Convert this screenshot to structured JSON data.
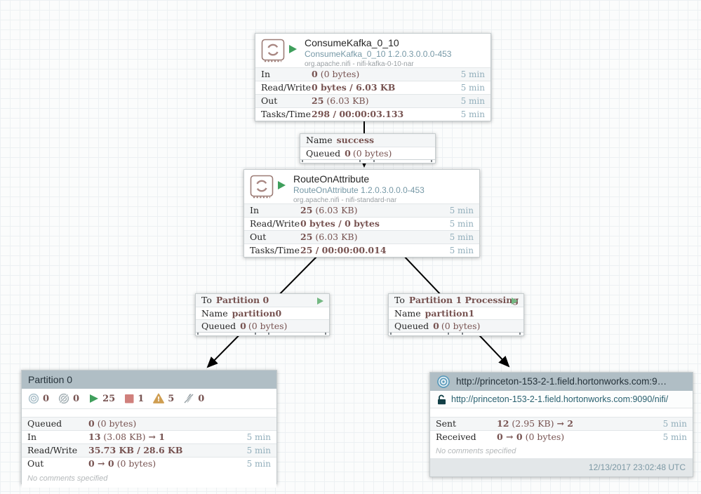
{
  "colors": {
    "value_maroon": "#775351",
    "window_blue": "#92aebb",
    "header_gray": "#b0bec5",
    "running_green": "#3f9f5c",
    "stopped_red": "#d0807c",
    "warning_amber": "#cf9e52",
    "type_link_blue": "#7698a6",
    "url_teal": "#29606f",
    "timestamp_blue": "#7d99a5"
  },
  "icons": {
    "processor": "refresh-arrows-stamp",
    "run_status": "play-triangle",
    "transmitting": "bullseye",
    "not_transmitting": "bullseye-slash",
    "running": "play-triangle",
    "stopped": "square",
    "invalid": "warning-triangle",
    "disabled": "bolt-slash",
    "remote_group": "bullseye",
    "insecure": "open-lock"
  },
  "processors": {
    "consume_kafka": {
      "title": "ConsumeKafka_0_10",
      "type": "ConsumeKafka_0_10 1.2.0.3.0.0.0-453",
      "bundle": "org.apache.nifi - nifi-kafka-0-10-nar",
      "rows": {
        "in": {
          "label": "In",
          "bold": "0",
          "normal": "(0 bytes)",
          "window": "5 min"
        },
        "rw": {
          "label": "Read/Write",
          "bold": "0 bytes / 6.03 KB",
          "normal": "",
          "window": "5 min"
        },
        "out": {
          "label": "Out",
          "bold": "25",
          "normal": "(6.03 KB)",
          "window": "5 min"
        },
        "tasks": {
          "label": "Tasks/Time",
          "bold": "298 / 00:00:03.133",
          "normal": "",
          "window": "5 min"
        }
      }
    },
    "route_on_attribute": {
      "title": "RouteOnAttribute",
      "type": "RouteOnAttribute 1.2.0.3.0.0.0-453",
      "bundle": "org.apache.nifi - nifi-standard-nar",
      "rows": {
        "in": {
          "label": "In",
          "bold": "25",
          "normal": "(6.03 KB)",
          "window": "5 min"
        },
        "rw": {
          "label": "Read/Write",
          "bold": "0 bytes / 0 bytes",
          "normal": "",
          "window": "5 min"
        },
        "out": {
          "label": "Out",
          "bold": "25",
          "normal": "(6.03 KB)",
          "window": "5 min"
        },
        "tasks": {
          "label": "Tasks/Time",
          "bold": "25 / 00:00:00.014",
          "normal": "",
          "window": "5 min"
        }
      }
    }
  },
  "connections": {
    "success": {
      "name_key": "Name",
      "name_value": "success",
      "queued_key": "Queued",
      "queued_bold": "0",
      "queued_normal": "(0 bytes)"
    },
    "partition0": {
      "to_key": "To",
      "to_value": "Partition 0",
      "name_key": "Name",
      "name_value": "partition0",
      "queued_key": "Queued",
      "queued_bold": "0",
      "queued_normal": "(0 bytes)"
    },
    "partition1": {
      "to_key": "To",
      "to_value": "Partition 1 Processing",
      "name_key": "Name",
      "name_value": "partition1",
      "queued_key": "Queued",
      "queued_bold": "0",
      "queued_normal": "(0 bytes)"
    }
  },
  "process_group": {
    "title": "Partition 0",
    "status": {
      "transmitting": "0",
      "not_transmitting": "0",
      "running": "25",
      "stopped": "1",
      "invalid": "5",
      "disabled": "0"
    },
    "rows": {
      "queued": {
        "label": "Queued",
        "bold": "0",
        "normal": "(0 bytes)",
        "bold2": "",
        "window": ""
      },
      "in": {
        "label": "In",
        "bold": "13",
        "normal": "(3.08 KB)",
        "bold2": "→ 1",
        "window": "5 min"
      },
      "rw": {
        "label": "Read/Write",
        "bold": "35.73 KB / 28.6 KB",
        "normal": "",
        "bold2": "",
        "window": "5 min"
      },
      "out": {
        "label": "Out",
        "bold": "0 → 0",
        "normal": "(0 bytes)",
        "bold2": "",
        "window": "5 min"
      }
    },
    "comments": "No comments specified"
  },
  "remote_group": {
    "title": "http://princeton-153-2-1.field.hortonworks.com:9…",
    "url": "http://princeton-153-2-1.field.hortonworks.com:9090/nifi/",
    "rows": {
      "sent": {
        "label": "Sent",
        "bold": "12",
        "normal": "(2.95 KB)",
        "bold2": "→ 2",
        "window": "5 min"
      },
      "received": {
        "label": "Received",
        "bold": "0 → 0",
        "normal": "(0 bytes)",
        "bold2": "",
        "window": "5 min"
      }
    },
    "comments": "No comments specified",
    "refreshed": "12/13/2017 23:02:48 UTC"
  }
}
